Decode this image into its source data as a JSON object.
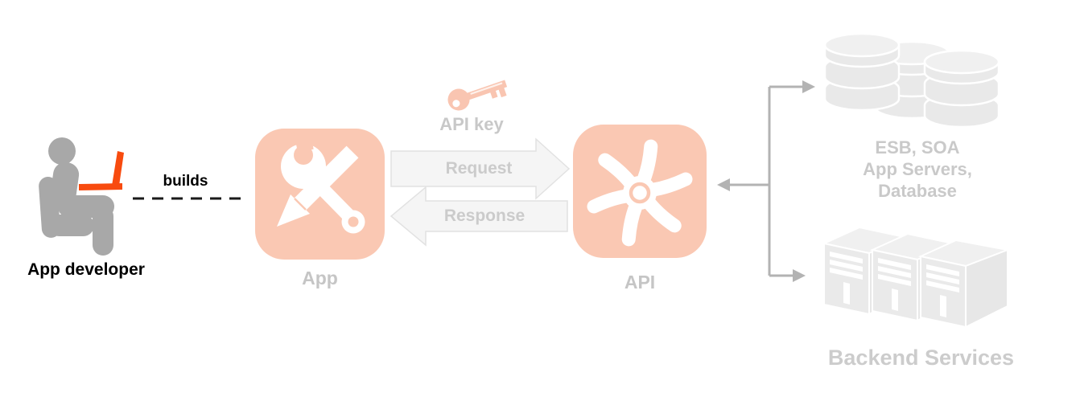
{
  "diagram": {
    "developer_label": "App developer",
    "builds_label": "builds",
    "app_label": "App",
    "api_key_label": "API key",
    "request_label": "Request",
    "response_label": "Response",
    "api_label": "API",
    "esb_lines": [
      "ESB, SOA",
      "App Servers,",
      "Database"
    ],
    "backend_label": "Backend Services",
    "icons": {
      "developer": "person-at-laptop-icon",
      "app": "wrench-pencil-icon",
      "api_key": "key-icon",
      "api": "spark-gear-icon",
      "esb": "database-cylinders-icon",
      "backend": "server-towers-icon"
    },
    "colors": {
      "accent_orange": "#F84B0F",
      "tile_salmon": "#FAC8B3",
      "faded_gray_icon": "#E9E9E9",
      "label_gray": "#C5C5C5",
      "connector_gray": "#B3B3B3",
      "person_gray": "#A8A8A8",
      "arrow_fill": "#F5F5F5"
    }
  }
}
